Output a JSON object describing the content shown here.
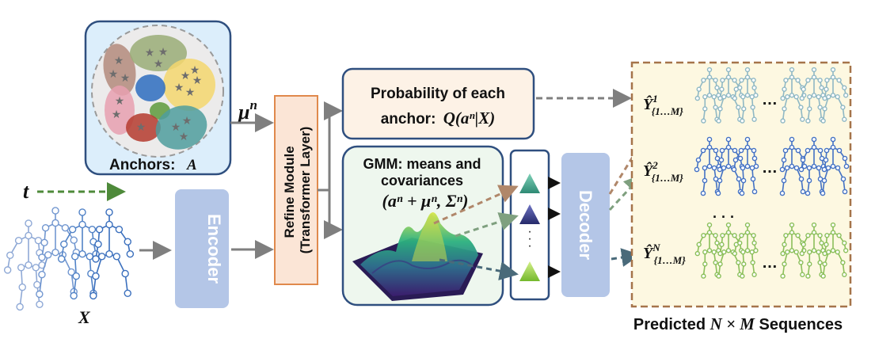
{
  "anchors": {
    "label": "Anchors:",
    "symbol": "A",
    "star_glyph": "★",
    "colors": [
      "#b48b7d",
      "#9aad77",
      "#f5d76e",
      "#2e6dc0",
      "#e8a0b0",
      "#5e9a3c",
      "#b53b2e",
      "#4f9e9e"
    ]
  },
  "mu_label": {
    "base": "μ",
    "sup": "n"
  },
  "time_label": "t",
  "input_label": "X",
  "encoder": {
    "label": "Encoder",
    "color": "#b4c6e7"
  },
  "refine": {
    "line1": "Refine Module",
    "line2": "(Transformer Layer)",
    "fill": "#fbe5d6",
    "stroke": "#e0894c"
  },
  "probability": {
    "line1": "Probability of each",
    "line2_text": "anchor:",
    "line2_math": "Q(aⁿ|X)"
  },
  "gmm": {
    "line1": "GMM: means and",
    "line2": "covariances",
    "line3_math": "(aⁿ + μⁿ, Σⁿ)"
  },
  "samples": {
    "dots": "·",
    "colors": [
      "#3d9e8a",
      "#3a3f8c",
      "#8ec63f"
    ]
  },
  "decoder": {
    "label": "Decoder",
    "color": "#b4c6e7"
  },
  "outputs": [
    {
      "base": "Ŷ",
      "sup": "1",
      "sub": "{1…M}",
      "color": "#8fb8c4",
      "ellipsis": "…"
    },
    {
      "base": "Ŷ",
      "sup": "2",
      "sub": "{1…M}",
      "color": "#4472c4",
      "ellipsis": "…"
    },
    {
      "base": "Ŷ",
      "sup": "N",
      "sub": "{1…M}",
      "color": "#8bbf5a",
      "ellipsis": "…"
    }
  ],
  "vertical_ellipsis": "· · ·",
  "predicted_caption": {
    "prefix": "Predicted",
    "math": "N × M",
    "suffix": "Sequences"
  },
  "colors": {
    "box_stroke": "#2f4f7f",
    "arrow_gray": "#7f7f7f",
    "arrow_green": "#4e8a3a",
    "output_panel_fill": "#fdf8e1",
    "output_panel_stroke": "#a5744a",
    "anchor_panel_fill": "#dceefb"
  }
}
